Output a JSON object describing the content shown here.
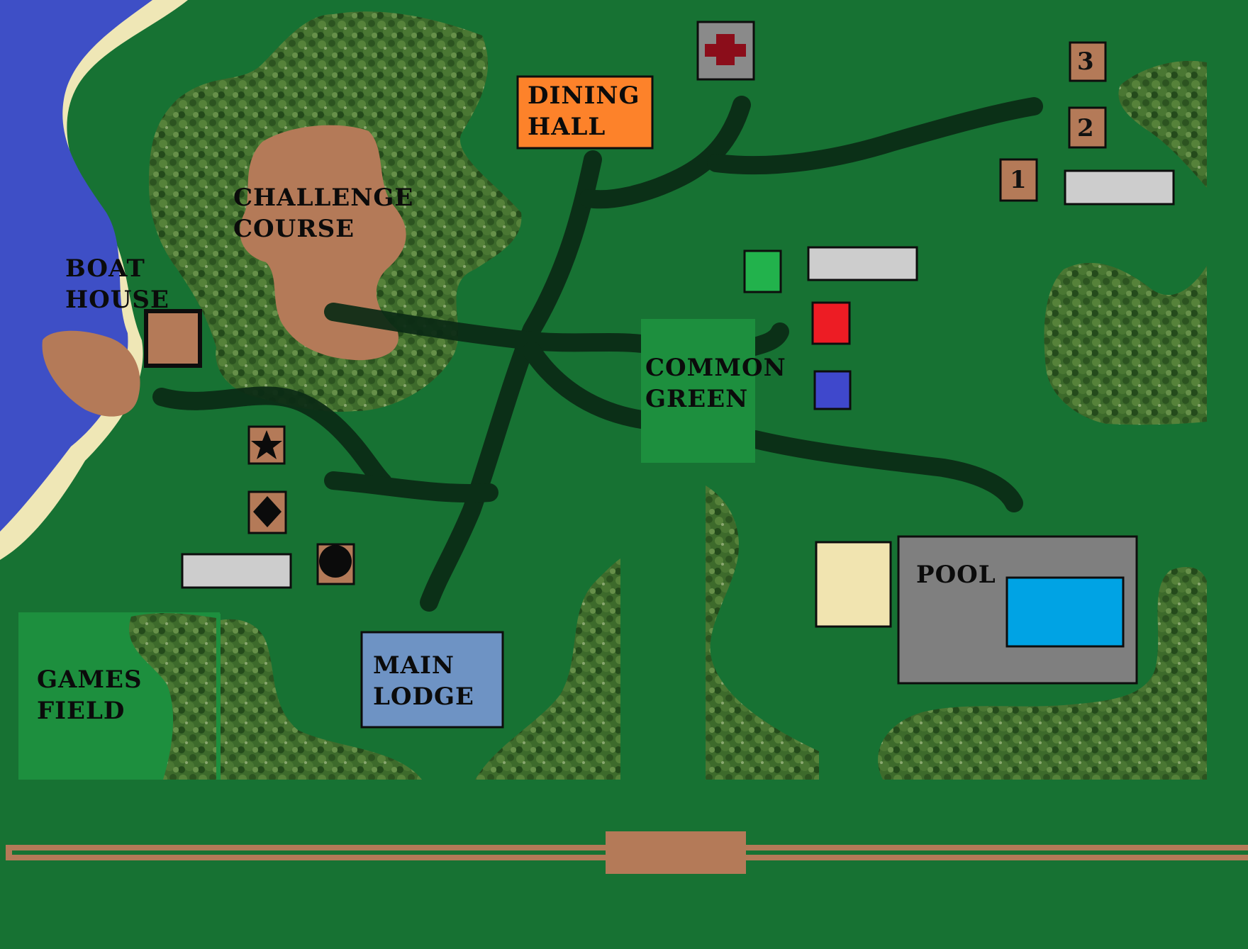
{
  "labels": {
    "dining_hall": [
      "DINING",
      "HALL"
    ],
    "challenge_course": [
      "CHALLENGE",
      "COURSE"
    ],
    "boat_house": [
      "BOAT",
      "HOUSE"
    ],
    "common_green": [
      "COMMON",
      "GREEN"
    ],
    "games_field": [
      "GAMES",
      "FIELD"
    ],
    "main_lodge": [
      "MAIN",
      "LODGE"
    ],
    "pool": "POOL"
  },
  "cabins": [
    "1",
    "2",
    "3"
  ],
  "icons": [
    "first-aid-cross-icon",
    "star-icon",
    "diamond-icon",
    "circle-icon"
  ],
  "colors": {
    "grass": "#177233",
    "lake": "#3e4fc6",
    "sand": "#efe7b6",
    "forest": "#3f6a2c",
    "dirt": "#b47a58",
    "trail": "#0b2a15",
    "dining_hall": "#fd822a",
    "main_lodge": "#6e93c4",
    "common_green": "#1d8f3e",
    "games_field": "#1d8f3e",
    "pool_deck": "#7f7f7f",
    "pool_water": "#00a3e4",
    "pool_house": "#f1e4b0",
    "first_aid": "#8a8a8a",
    "first_aid_cross": "#8b0d1a",
    "gray_bar": "#cdcdcd",
    "green_marker": "#22b24c",
    "red_marker": "#ed1c24",
    "blue_marker": "#3f48cc"
  }
}
